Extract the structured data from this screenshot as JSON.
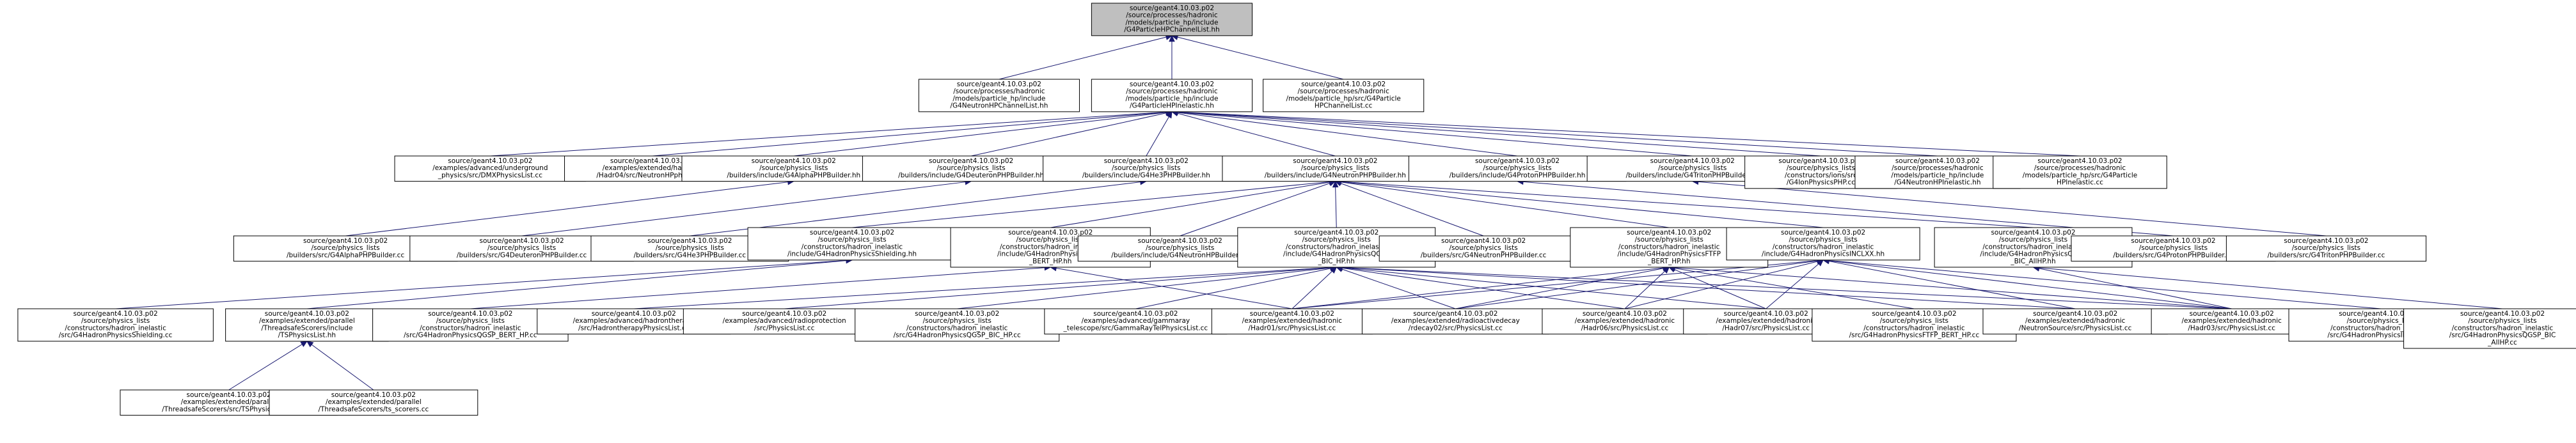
{
  "graph": {
    "nodes": [
      {
        "id": "n0",
        "lines": [
          "source/geant4.10.03.p02",
          "/source/processes/hadronic",
          "/models/particle_hp/include",
          "/G4ParticleHPChannelList.hh"
        ],
        "root": true
      },
      {
        "id": "n1",
        "lines": [
          "source/geant4.10.03.p02",
          "/source/processes/hadronic",
          "/models/particle_hp/include",
          "/G4NeutronHPChannelList.hh"
        ]
      },
      {
        "id": "n2",
        "lines": [
          "source/geant4.10.03.p02",
          "/source/processes/hadronic",
          "/models/particle_hp/include",
          "/G4ParticleHPInelastic.hh"
        ]
      },
      {
        "id": "n3",
        "lines": [
          "source/geant4.10.03.p02",
          "/source/processes/hadronic",
          "/models/particle_hp/src/G4Particle",
          "HPChannelList.cc"
        ]
      },
      {
        "id": "n4",
        "lines": [
          "source/geant4.10.03.p02",
          "/examples/advanced/underground",
          "_physics/src/DMXPhysicsList.cc"
        ]
      },
      {
        "id": "n5",
        "lines": [
          "source/geant4.10.03.p02",
          "/examples/extended/hadronic",
          "/Hadr04/src/NeutronHPphysics.cc"
        ]
      },
      {
        "id": "n6",
        "lines": [
          "source/geant4.10.03.p02",
          "/source/physics_lists",
          "/builders/include/G4AlphaPHPBuilder.hh"
        ]
      },
      {
        "id": "n7",
        "lines": [
          "source/geant4.10.03.p02",
          "/source/physics_lists",
          "/builders/include/G4DeuteronPHPBuilder.hh"
        ]
      },
      {
        "id": "n8",
        "lines": [
          "source/geant4.10.03.p02",
          "/source/physics_lists",
          "/builders/include/G4He3PHPBuilder.hh"
        ]
      },
      {
        "id": "n9",
        "lines": [
          "source/geant4.10.03.p02",
          "/source/physics_lists",
          "/builders/include/G4NeutronPHPBuilder.hh"
        ]
      },
      {
        "id": "n10",
        "lines": [
          "source/geant4.10.03.p02",
          "/source/physics_lists",
          "/builders/include/G4ProtonPHPBuilder.hh"
        ]
      },
      {
        "id": "n11",
        "lines": [
          "source/geant4.10.03.p02",
          "/source/physics_lists",
          "/builders/include/G4TritonPHPBuilder.hh"
        ]
      },
      {
        "id": "n12",
        "lines": [
          "source/geant4.10.03.p02",
          "/source/physics_lists",
          "/constructors/ions/src",
          "/G4IonPhysicsPHP.cc"
        ]
      },
      {
        "id": "n13",
        "lines": [
          "source/geant4.10.03.p02",
          "/source/processes/hadronic",
          "/models/particle_hp/include",
          "/G4NeutronHPInelastic.hh"
        ]
      },
      {
        "id": "n14",
        "lines": [
          "source/geant4.10.03.p02",
          "/source/processes/hadronic",
          "/models/particle_hp/src/G4Particle",
          "HPInelastic.cc"
        ]
      },
      {
        "id": "n15",
        "lines": [
          "source/geant4.10.03.p02",
          "/source/physics_lists",
          "/builders/src/G4AlphaPHPBuilder.cc"
        ]
      },
      {
        "id": "n16",
        "lines": [
          "source/geant4.10.03.p02",
          "/source/physics_lists",
          "/builders/src/G4DeuteronPHPBuilder.cc"
        ]
      },
      {
        "id": "n17",
        "lines": [
          "source/geant4.10.03.p02",
          "/source/physics_lists",
          "/builders/src/G4He3PHPBuilder.cc"
        ]
      },
      {
        "id": "n18",
        "lines": [
          "source/geant4.10.03.p02",
          "/source/physics_lists",
          "/constructors/hadron_inelastic",
          "/include/G4HadronPhysicsShielding.hh"
        ]
      },
      {
        "id": "n19",
        "lines": [
          "source/geant4.10.03.p02",
          "/source/physics_lists",
          "/constructors/hadron_inelastic",
          "/include/G4HadronPhysicsQGSP",
          "_BERT_HP.hh"
        ]
      },
      {
        "id": "n20",
        "lines": [
          "source/geant4.10.03.p02",
          "/source/physics_lists",
          "/builders/include/G4NeutronHPBuilder.hh"
        ]
      },
      {
        "id": "n21",
        "lines": [
          "source/geant4.10.03.p02",
          "/source/physics_lists",
          "/constructors/hadron_inelastic",
          "/include/G4HadronPhysicsQGSP",
          "_BIC_HP.hh"
        ]
      },
      {
        "id": "n22",
        "lines": [
          "source/geant4.10.03.p02",
          "/source/physics_lists",
          "/builders/src/G4NeutronPHPBuilder.cc"
        ]
      },
      {
        "id": "n23",
        "lines": [
          "source/geant4.10.03.p02",
          "/source/physics_lists",
          "/constructors/hadron_inelastic",
          "/include/G4HadronPhysicsFTFP",
          "_BERT_HP.hh"
        ]
      },
      {
        "id": "n24",
        "lines": [
          "source/geant4.10.03.p02",
          "/source/physics_lists",
          "/constructors/hadron_inelastic",
          "/include/G4HadronPhysicsINCLXX.hh"
        ]
      },
      {
        "id": "n25",
        "lines": [
          "source/geant4.10.03.p02",
          "/source/physics_lists",
          "/constructors/hadron_inelastic",
          "/include/G4HadronPhysicsQGSP",
          "_BIC_AllHP.hh"
        ]
      },
      {
        "id": "n26",
        "lines": [
          "source/geant4.10.03.p02",
          "/source/physics_lists",
          "/builders/src/G4ProtonPHPBuilder.cc"
        ]
      },
      {
        "id": "n27",
        "lines": [
          "source/geant4.10.03.p02",
          "/source/physics_lists",
          "/builders/src/G4TritonPHPBuilder.cc"
        ]
      },
      {
        "id": "n28",
        "lines": [
          "source/geant4.10.03.p02",
          "/source/physics_lists",
          "/constructors/hadron_inelastic",
          "/src/G4HadronPhysicsShielding.cc"
        ]
      },
      {
        "id": "n29",
        "lines": [
          "source/geant4.10.03.p02",
          "/examples/extended/parallel",
          "/ThreadsafeScorers/include",
          "/TSPhysicsList.hh"
        ]
      },
      {
        "id": "n30",
        "lines": [
          "source/geant4.10.03.p02",
          "/source/physics_lists",
          "/constructors/hadron_inelastic",
          "/src/G4HadronPhysicsQGSP_BERT_HP.cc"
        ]
      },
      {
        "id": "n31",
        "lines": [
          "source/geant4.10.03.p02",
          "/examples/advanced/hadrontherapy",
          "/src/HadrontherapyPhysicsList.cc"
        ]
      },
      {
        "id": "n32",
        "lines": [
          "source/geant4.10.03.p02",
          "/examples/advanced/radioprotection",
          "/src/PhysicsList.cc"
        ]
      },
      {
        "id": "n33",
        "lines": [
          "source/geant4.10.03.p02",
          "/source/physics_lists",
          "/constructors/hadron_inelastic",
          "/src/G4HadronPhysicsQGSP_BIC_HP.cc"
        ]
      },
      {
        "id": "n34",
        "lines": [
          "source/geant4.10.03.p02",
          "/examples/advanced/gammaray",
          "_telescope/src/GammaRayTelPhysicsList.cc"
        ]
      },
      {
        "id": "n35",
        "lines": [
          "source/geant4.10.03.p02",
          "/examples/extended/hadronic",
          "/Hadr01/src/PhysicsList.cc"
        ]
      },
      {
        "id": "n36",
        "lines": [
          "source/geant4.10.03.p02",
          "/examples/extended/radioactivedecay",
          "/rdecay02/src/PhysicsList.cc"
        ]
      },
      {
        "id": "n37",
        "lines": [
          "source/geant4.10.03.p02",
          "/examples/extended/hadronic",
          "/Hadr06/src/PhysicsList.cc"
        ]
      },
      {
        "id": "n38",
        "lines": [
          "source/geant4.10.03.p02",
          "/examples/extended/hadronic",
          "/Hadr07/src/PhysicsList.cc"
        ]
      },
      {
        "id": "n39",
        "lines": [
          "source/geant4.10.03.p02",
          "/source/physics_lists",
          "/constructors/hadron_inelastic",
          "/src/G4HadronPhysicsFTFP_BERT_HP.cc"
        ]
      },
      {
        "id": "n40",
        "lines": [
          "source/geant4.10.03.p02",
          "/examples/extended/hadronic",
          "/NeutronSource/src/PhysicsList.cc"
        ]
      },
      {
        "id": "n41",
        "lines": [
          "source/geant4.10.03.p02",
          "/examples/extended/hadronic",
          "/Hadr03/src/PhysicsList.cc"
        ]
      },
      {
        "id": "n42",
        "lines": [
          "source/geant4.10.03.p02",
          "/source/physics_lists",
          "/constructors/hadron_inelastic",
          "/src/G4HadronPhysicsINCLXX.cc"
        ]
      },
      {
        "id": "n43",
        "lines": [
          "source/geant4.10.03.p02",
          "/source/physics_lists",
          "/constructors/hadron_inelastic",
          "/src/G4HadronPhysicsQGSP_BIC",
          "_AllHP.cc"
        ]
      },
      {
        "id": "n44",
        "lines": [
          "source/geant4.10.03.p02",
          "/examples/extended/parallel",
          "/ThreadsafeScorers/src/TSPhysicsList.cc"
        ]
      },
      {
        "id": "n45",
        "lines": [
          "source/geant4.10.03.p02",
          "/examples/extended/parallel",
          "/ThreadsafeScorers/ts_scorers.cc"
        ]
      }
    ],
    "edges": [
      [
        "n1",
        "n0"
      ],
      [
        "n2",
        "n0"
      ],
      [
        "n3",
        "n0"
      ],
      [
        "n4",
        "n2"
      ],
      [
        "n5",
        "n2"
      ],
      [
        "n6",
        "n2"
      ],
      [
        "n7",
        "n2"
      ],
      [
        "n8",
        "n2"
      ],
      [
        "n9",
        "n2"
      ],
      [
        "n10",
        "n2"
      ],
      [
        "n11",
        "n2"
      ],
      [
        "n12",
        "n2"
      ],
      [
        "n13",
        "n2"
      ],
      [
        "n14",
        "n2"
      ],
      [
        "n15",
        "n6"
      ],
      [
        "n16",
        "n7"
      ],
      [
        "n17",
        "n8"
      ],
      [
        "n18",
        "n9"
      ],
      [
        "n19",
        "n9"
      ],
      [
        "n20",
        "n9"
      ],
      [
        "n21",
        "n9"
      ],
      [
        "n22",
        "n9"
      ],
      [
        "n23",
        "n9"
      ],
      [
        "n24",
        "n9"
      ],
      [
        "n25",
        "n9"
      ],
      [
        "n26",
        "n10"
      ],
      [
        "n27",
        "n11"
      ],
      [
        "n28",
        "n18"
      ],
      [
        "n29",
        "n18"
      ],
      [
        "n30",
        "n19"
      ],
      [
        "n35",
        "n19"
      ],
      [
        "n31",
        "n21"
      ],
      [
        "n32",
        "n21"
      ],
      [
        "n33",
        "n21"
      ],
      [
        "n34",
        "n21"
      ],
      [
        "n35",
        "n21"
      ],
      [
        "n36",
        "n21"
      ],
      [
        "n37",
        "n21"
      ],
      [
        "n38",
        "n21"
      ],
      [
        "n40",
        "n21"
      ],
      [
        "n41",
        "n21"
      ],
      [
        "n35",
        "n23"
      ],
      [
        "n36",
        "n23"
      ],
      [
        "n37",
        "n23"
      ],
      [
        "n38",
        "n23"
      ],
      [
        "n39",
        "n23"
      ],
      [
        "n41",
        "n23"
      ],
      [
        "n35",
        "n24"
      ],
      [
        "n36",
        "n24"
      ],
      [
        "n37",
        "n24"
      ],
      [
        "n38",
        "n24"
      ],
      [
        "n40",
        "n24"
      ],
      [
        "n41",
        "n24"
      ],
      [
        "n42",
        "n24"
      ],
      [
        "n41",
        "n25"
      ],
      [
        "n43",
        "n25"
      ],
      [
        "n44",
        "n29"
      ],
      [
        "n45",
        "n29"
      ]
    ]
  }
}
